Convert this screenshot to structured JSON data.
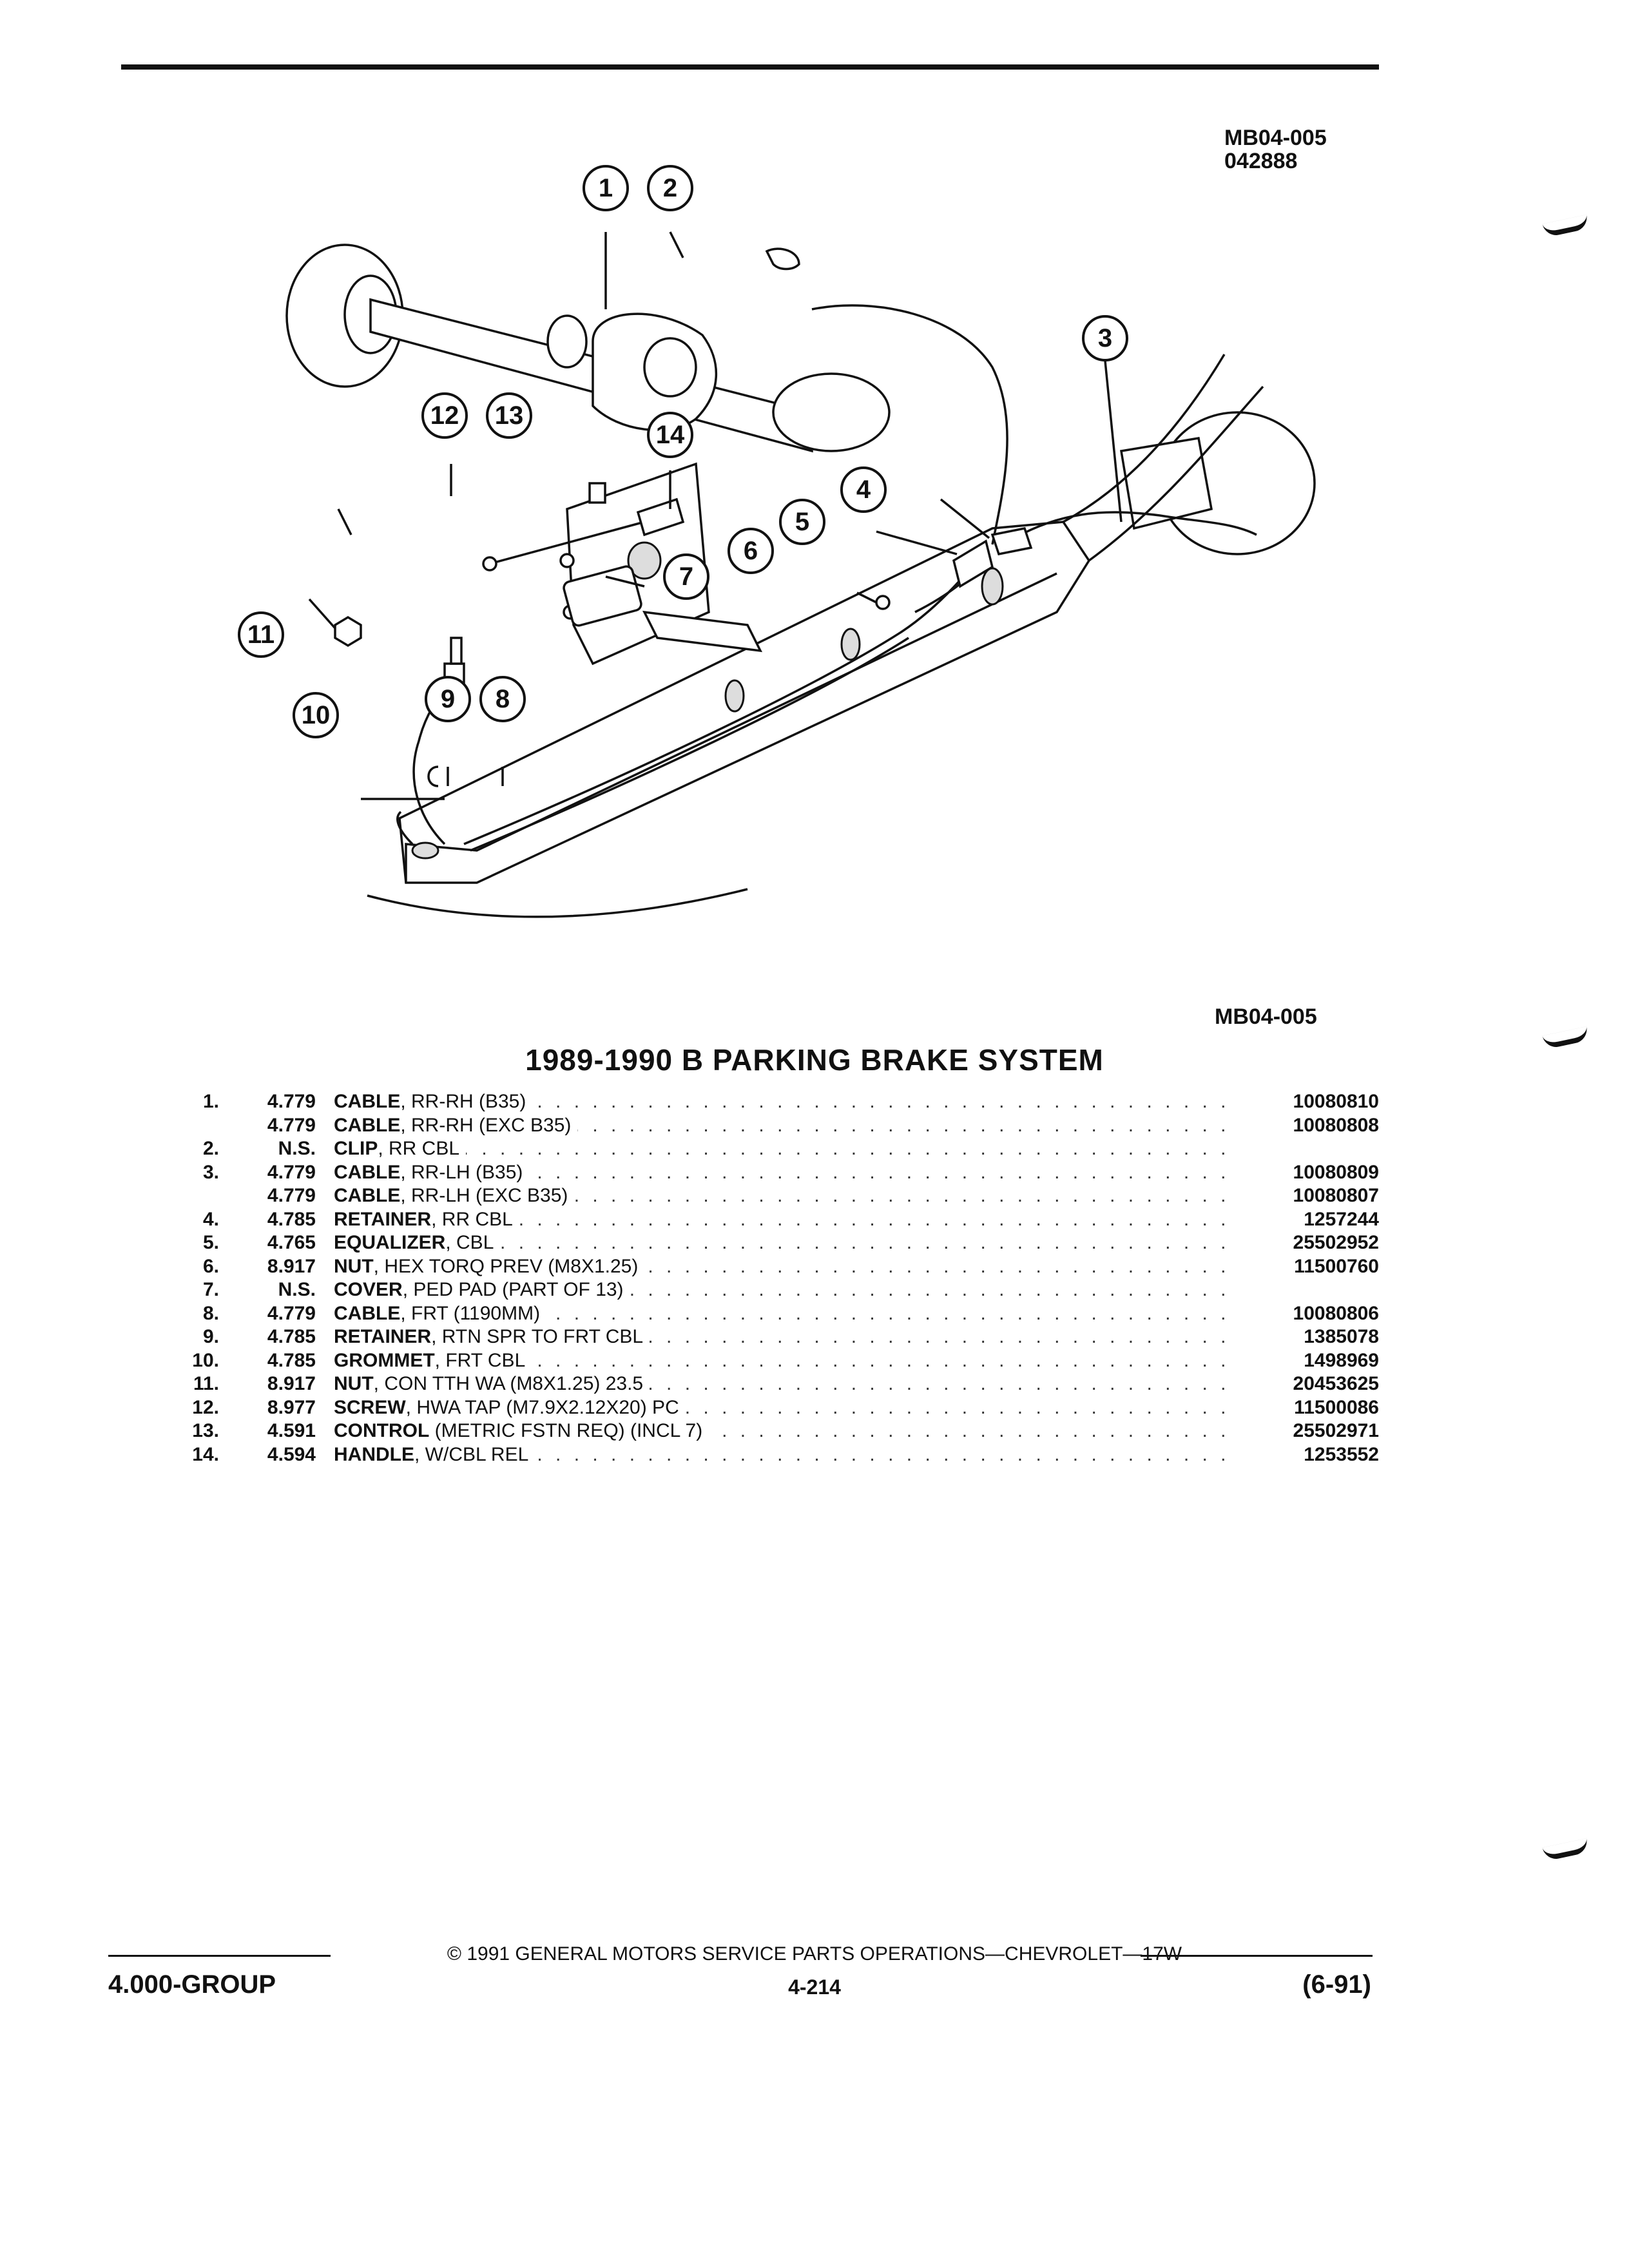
{
  "header": {
    "code": "MB04-005",
    "date_code": "042888"
  },
  "diagram": {
    "code": "MB04-005",
    "callouts": [
      "1",
      "2",
      "3",
      "4",
      "5",
      "6",
      "7",
      "8",
      "9",
      "10",
      "11",
      "12",
      "13",
      "14"
    ]
  },
  "title": "1989-1990 B PARKING BRAKE SYSTEM",
  "parts": [
    {
      "num": "1.",
      "group": "4.779",
      "name": "CABLE",
      "desc": ", RR-RH (B35)",
      "part_no": "10080810"
    },
    {
      "num": "",
      "group": "4.779",
      "name": "CABLE",
      "desc": ", RR-RH (EXC B35)",
      "part_no": "10080808"
    },
    {
      "num": "2.",
      "group": "N.S.",
      "name": "CLIP",
      "desc": ", RR CBL",
      "part_no": ""
    },
    {
      "num": "3.",
      "group": "4.779",
      "name": "CABLE",
      "desc": ", RR-LH (B35)",
      "part_no": "10080809"
    },
    {
      "num": "",
      "group": "4.779",
      "name": "CABLE",
      "desc": ", RR-LH (EXC B35)",
      "part_no": "10080807"
    },
    {
      "num": "4.",
      "group": "4.785",
      "name": "RETAINER",
      "desc": ", RR CBL",
      "part_no": "1257244"
    },
    {
      "num": "5.",
      "group": "4.765",
      "name": "EQUALIZER",
      "desc": ", CBL",
      "part_no": "25502952"
    },
    {
      "num": "6.",
      "group": "8.917",
      "name": "NUT",
      "desc": ", HEX TORQ PREV (M8X1.25)",
      "part_no": "11500760"
    },
    {
      "num": "7.",
      "group": "N.S.",
      "name": "COVER",
      "desc": ", PED PAD (PART OF 13)",
      "part_no": ""
    },
    {
      "num": "8.",
      "group": "4.779",
      "name": "CABLE",
      "desc": ", FRT (1190MM)",
      "part_no": "10080806"
    },
    {
      "num": "9.",
      "group": "4.785",
      "name": "RETAINER",
      "desc": ", RTN SPR TO FRT CBL",
      "part_no": "1385078"
    },
    {
      "num": "10.",
      "group": "4.785",
      "name": "GROMMET",
      "desc": ", FRT CBL",
      "part_no": "1498969"
    },
    {
      "num": "11.",
      "group": "8.917",
      "name": "NUT",
      "desc": ", CON TTH WA (M8X1.25) 23.5",
      "part_no": "20453625"
    },
    {
      "num": "12.",
      "group": "8.977",
      "name": "SCREW",
      "desc": ", HWA TAP (M7.9X2.12X20) PC",
      "part_no": "11500086"
    },
    {
      "num": "13.",
      "group": "4.591",
      "name": "CONTROL",
      "desc": " (METRIC FSTN REQ) (INCL 7)",
      "part_no": "25502971"
    },
    {
      "num": "14.",
      "group": "4.594",
      "name": "HANDLE",
      "desc": ", W/CBL REL",
      "part_no": "1253552"
    }
  ],
  "footer": {
    "copyright": "© 1991 GENERAL MOTORS SERVICE PARTS OPERATIONS—CHEVROLET—17W",
    "group": "4.000-GROUP",
    "page": "4-214",
    "revision": "(6-91)"
  }
}
